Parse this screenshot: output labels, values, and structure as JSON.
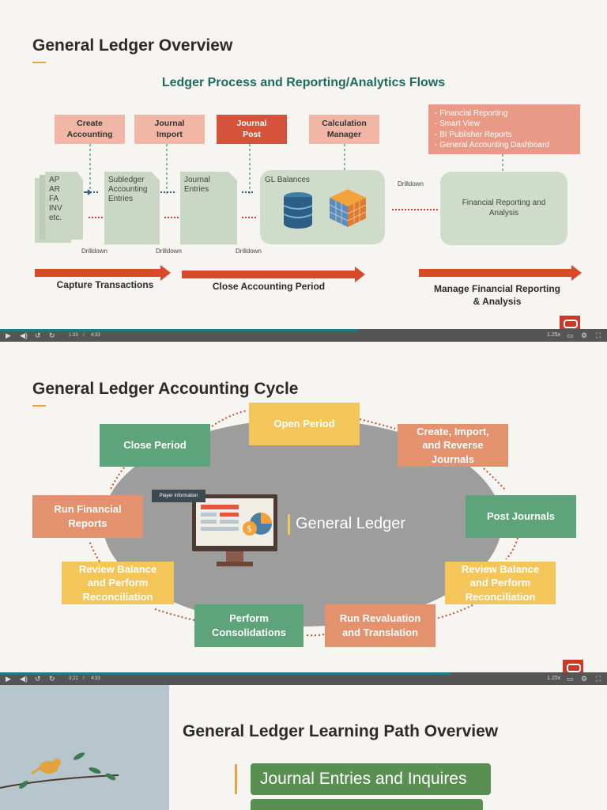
{
  "slide1": {
    "title": "General Ledger Overview",
    "subtitle": "Ledger Process and Reporting/Analytics Flows",
    "steps": [
      "Create\nAccounting",
      "Journal\nImport",
      "Journal\nPost",
      "Calculation\nManager"
    ],
    "reporting_list": [
      "- Financial Reporting",
      "- Smart View",
      "- BI Publisher Reports",
      "- General Accounting Dashboard"
    ],
    "source_docs": "AP\nAR\nFA\nINV\netc.",
    "subledger": "Subledger\nAccounting\nEntries",
    "journal_entries": "Journal\nEntries",
    "gl_balances": "GL Balances",
    "fin_reporting": "Financial Reporting and\nAnalysis",
    "drilldown": "Drilldown",
    "phases": [
      "Capture Transactions",
      "Close Accounting Period",
      "Manage Financial Reporting\n& Analysis"
    ]
  },
  "player1": {
    "time_current": "1:33",
    "time_sep": "/",
    "time_total": "4:33",
    "speed": "1.25x",
    "progress": 0.59
  },
  "slide2": {
    "title": "General Ledger Accounting Cycle",
    "center_label": "General Ledger",
    "tooltip": "Player Information",
    "nodes": {
      "open_period": "Open Period",
      "create_import": "Create, Import,\nand Reverse\nJournals",
      "post_journals": "Post Journals",
      "review_right": "Review Balance\nand Perform\nReconciliation",
      "run_revaluation": "Run Revaluation\nand Translation",
      "perform_consolidations": "Perform\nConsolidations",
      "review_left": "Review Balance\nand Perform\nReconciliation",
      "run_financial_reports": "Run Financial\nReports",
      "close_period": "Close Period"
    },
    "colors": {
      "green": "#5ea47a",
      "yellow": "#f4c65a",
      "orange": "#e4916d"
    }
  },
  "player2": {
    "time_current": "3:22",
    "time_sep": "/",
    "time_total": "4:33",
    "speed": "1.25x",
    "progress": 0.74
  },
  "slide3": {
    "title": "General Ledger Learning Path Overview",
    "items": [
      "Journal Entries and Inquires"
    ]
  }
}
